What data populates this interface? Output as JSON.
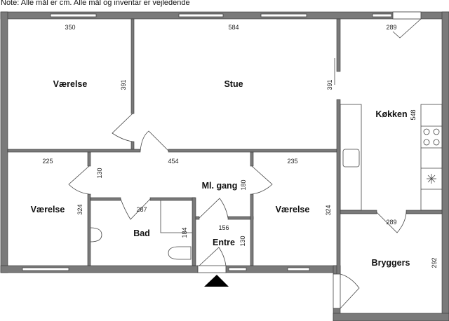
{
  "note": "Note: Alle mål er cm. Alle mål og inventar er vejledende",
  "rooms": {
    "vaerelse_top": {
      "name": "Værelse",
      "width": "350",
      "depth": "391"
    },
    "stue": {
      "name": "Stue",
      "width": "584",
      "depth": "391"
    },
    "kokken": {
      "name": "Køkken",
      "width": "289",
      "depth": "548"
    },
    "vaerelse_left": {
      "name": "Værelse",
      "width": "225",
      "depth": "324"
    },
    "gang": {
      "name": "Ml. gang",
      "width": "454",
      "depth": "180",
      "side": "130"
    },
    "bad": {
      "name": "Bad",
      "width": "287",
      "depth": "184"
    },
    "entre": {
      "name": "Entre",
      "width": "156",
      "depth": "130"
    },
    "vaerelse_right": {
      "name": "Værelse",
      "width": "235",
      "depth": "324"
    },
    "bryggers": {
      "name": "Bryggers",
      "width": "289",
      "depth": "292"
    }
  }
}
